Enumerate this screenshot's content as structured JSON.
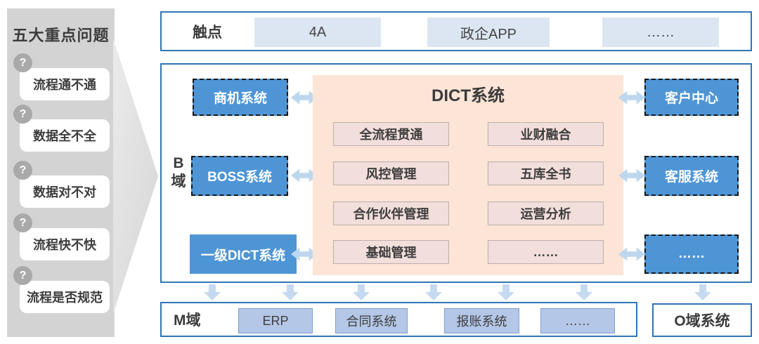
{
  "sidebar": {
    "title": "五大重点问题",
    "question_icon": "?",
    "items": [
      {
        "label": "流程通不通"
      },
      {
        "label": "数据全不全"
      },
      {
        "label": "数据对不对"
      },
      {
        "label": "流程快不快"
      },
      {
        "label": "流程是否规范"
      }
    ]
  },
  "touchpoint_bar": {
    "label": "触点",
    "chips": [
      "4A",
      "政企APP",
      "……"
    ]
  },
  "b_domain": {
    "label": "B域",
    "systems": [
      {
        "label": "商机系统",
        "border": "dashed"
      },
      {
        "label": "BOSS系统",
        "border": "dashed"
      },
      {
        "label": "一级DICT系统",
        "border": "solid"
      }
    ]
  },
  "dict": {
    "title": "DICT系统",
    "features": [
      "全流程贯通",
      "业财融合",
      "风控管理",
      "五库全书",
      "合作伙伴管理",
      "运营分析",
      "基础管理",
      "……"
    ]
  },
  "customer_side": {
    "systems": [
      "客户中心",
      "客服系统",
      "……"
    ]
  },
  "m_domain": {
    "label": "M域",
    "systems": [
      "ERP",
      "合同系统",
      "报账系统",
      "……"
    ]
  },
  "o_domain": {
    "label": "O域系统"
  },
  "colors": {
    "container_border": "#2e75b6",
    "system_box_blue": "#4e95d6",
    "touchpoint_chip": "#dce6f2",
    "m_domain_chip": "#b4c7e7",
    "dict_panel_peach": "#fce4d6",
    "feature_box_pink": "#f2dedb",
    "arrow_light_blue": "#bdd7ee",
    "sidebar_gray": "#d3d3d3"
  }
}
